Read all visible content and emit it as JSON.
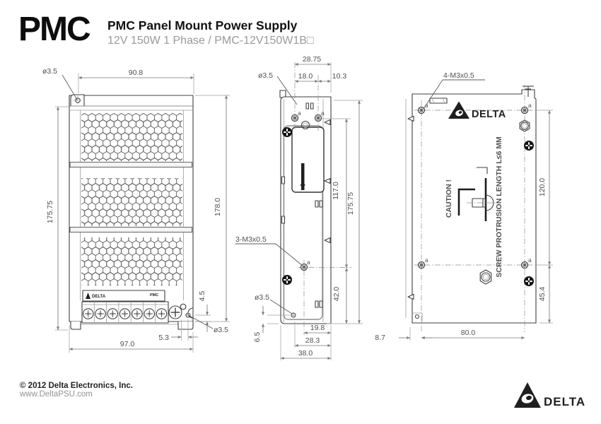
{
  "header": {
    "logo": "PMC",
    "title": "PMC Panel Mount Power Supply",
    "subtitle": "12V 150W 1 Phase / PMC-12V150W1B□"
  },
  "footer": {
    "copyright": "© 2012 Delta Electronics, Inc.",
    "website": "www.DeltaPSU.com",
    "brand": "DELTA"
  },
  "drawing": {
    "hole_mark": "a",
    "front": {
      "label_brand": "DELTA",
      "label_model": "PMC",
      "dims": {
        "hole_top": "ø3.5",
        "width_top": "90.8",
        "height_left": "175.75",
        "height_right": "178.0",
        "terminal_height": "4.5",
        "foot_offset": "5.3",
        "hole_bottom": "ø3.5",
        "width_bottom": "97.0"
      }
    },
    "side": {
      "dims": {
        "depth_total_top": "28.75",
        "hole_pitch_top": "18.0",
        "edge_offset_top": "10.3",
        "hole_top": "ø3.5",
        "screw_spec": "3-M3x0.5",
        "hole_span": "117.0",
        "height_total": "175.75",
        "hole_bottom": "ø3.5",
        "bottom_edge": "6.5",
        "bottom_span": "42.0",
        "width_inner": "19.8",
        "width_mid": "28.3",
        "depth_total": "38.0"
      }
    },
    "back": {
      "brand": "DELTA",
      "caution": "CAUTION !",
      "protrusion": "SCREW PROTRUSION LENGTH  L≤6 MM",
      "dims": {
        "screw_spec": "4-M3x0.5",
        "hole_span_v": "120.0",
        "bottom_span": "45.4",
        "left_offset": "8.7",
        "hole_span_h": "80.0"
      }
    },
    "colors": {
      "object_line": "#3f3f3f",
      "dimension_line": "#7a7a7a",
      "brand": "#1f1f1f"
    }
  }
}
